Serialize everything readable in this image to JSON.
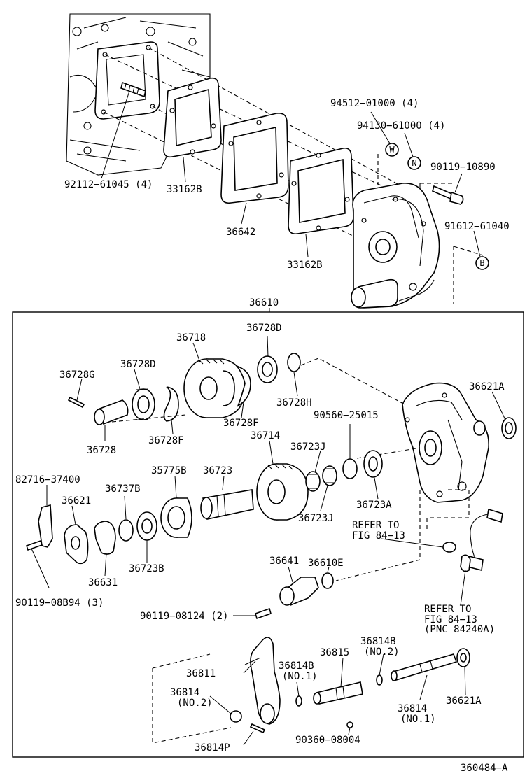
{
  "labels": {
    "p94512": "94512−01000 (4)",
    "p94130": "94130−61000 (4)",
    "p90119a": "90119−10890",
    "p91612": "91612−61040",
    "p92112": "92112−61045 (4)",
    "p33162b_1": "33162B",
    "p36642": "36642",
    "p33162b_2": "33162B",
    "p36610": "36610",
    "p36718": "36718",
    "p36728d_1": "36728D",
    "p36728d_2": "36728D",
    "p36728g": "36728G",
    "p36728": "36728",
    "p36728f_1": "36728F",
    "p36728f_2": "36728F",
    "p36728h": "36728H",
    "p36621a_1": "36621A",
    "p90560": "90560−25015",
    "p36714": "36714",
    "p36723j_1": "36723J",
    "p36723j_2": "36723J",
    "p36723a": "36723A",
    "p82716": "82716−37400",
    "p35775b": "35775B",
    "p36723": "36723",
    "p36737b": "36737B",
    "p36621": "36621",
    "p36723b": "36723B",
    "p36631": "36631",
    "p90119b": "90119−08B94 (3)",
    "refer1_a": "REFER TO",
    "refer1_b": "FIG 84−13",
    "p36610e": "36610E",
    "p36641": "36641",
    "refer2_a": "REFER TO",
    "refer2_b": "FIG 84−13",
    "refer2_c": "(PNC 84240A)",
    "p90119c": "90119−08124 (2)",
    "p36814b_1": "36814B",
    "p36814b_1n": "(NO.2)",
    "p36815": "36815",
    "p36811": "36811",
    "p36814b_2": "36814B",
    "p36814b_2n": "(NO.1)",
    "p36814_1": "36814",
    "p36814_1n": "(NO.2)",
    "p36814_2": "36814",
    "p36814_2n": "(NO.1)",
    "p36621a_2": "36621A",
    "p36814p": "36814P",
    "p90360": "90360−08004",
    "fig_id": "360484−A"
  },
  "symbols": {
    "w": "W",
    "n": "N",
    "b": "B"
  }
}
